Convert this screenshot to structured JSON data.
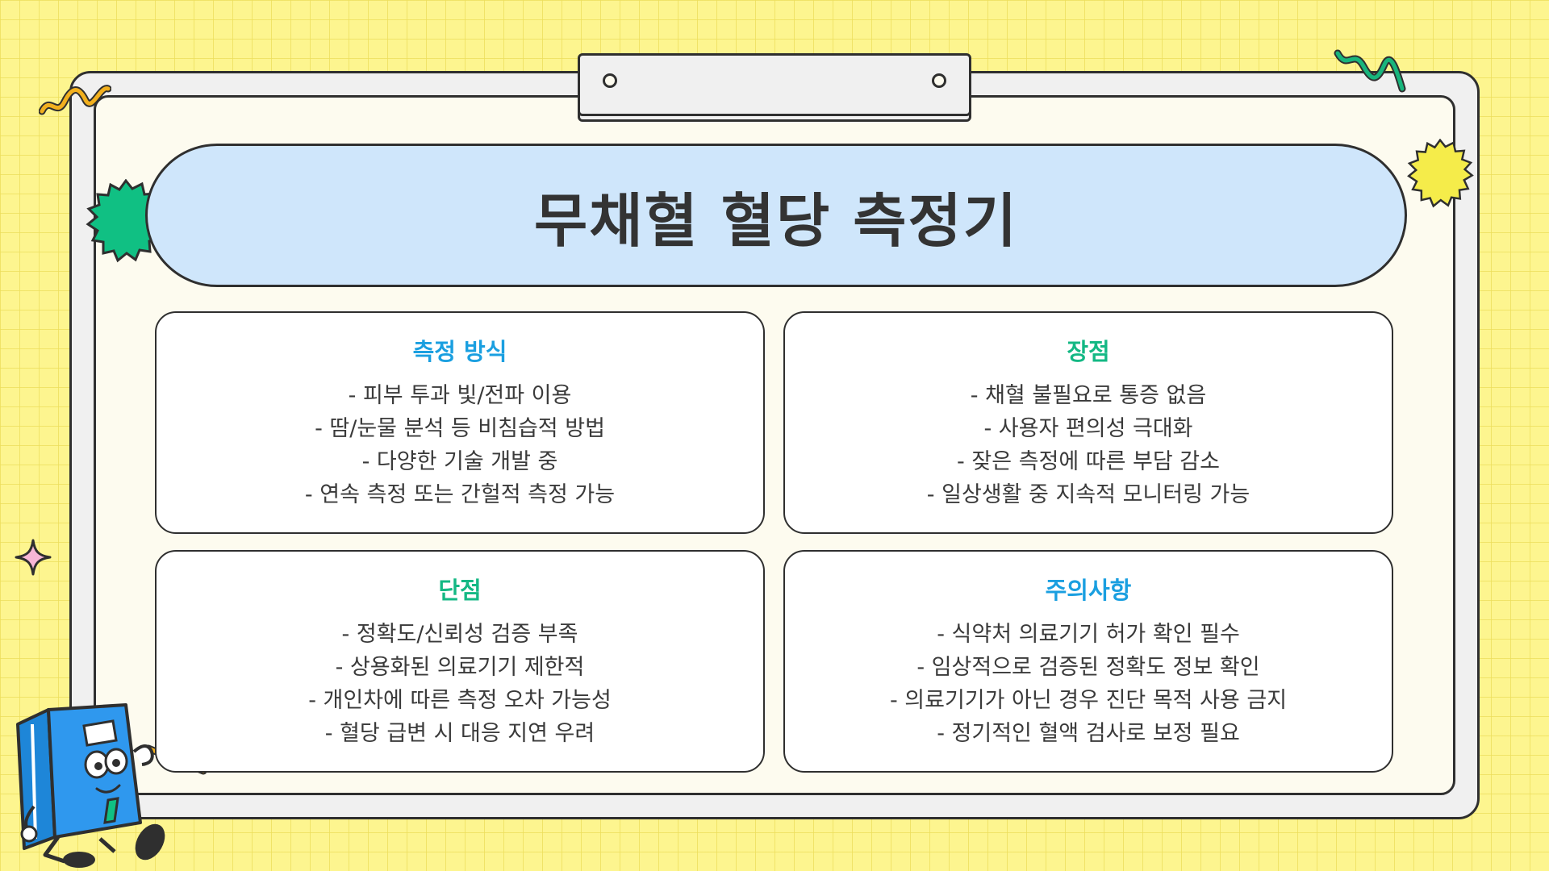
{
  "title": "무채혈 혈당 측정기",
  "colors": {
    "background": "#fdf58f",
    "title_pill": "#cfe6fb",
    "heading_blue": "#1a9fe0",
    "heading_green": "#14b884",
    "badge_green": "#10c083",
    "badge_yellow": "#f5ec4a"
  },
  "icons": [
    "squiggle-orange-icon",
    "squiggle-green-icon",
    "green-badge-icon",
    "yellow-badge-icon",
    "pink-sparkle-icon",
    "book-mascot-icon"
  ],
  "cards": [
    {
      "heading": "측정 방식",
      "heading_color": "#1a9fe0",
      "lines": [
        "- 피부 투과 빛/전파 이용",
        "- 땀/눈물 분석 등 비침습적 방법",
        "- 다양한 기술 개발 중",
        "- 연속 측정 또는 간헐적 측정 가능"
      ]
    },
    {
      "heading": "장점",
      "heading_color": "#14b884",
      "lines": [
        "- 채혈 불필요로 통증 없음",
        "- 사용자 편의성 극대화",
        "- 잦은 측정에 따른 부담 감소",
        "- 일상생활 중 지속적 모니터링 가능"
      ]
    },
    {
      "heading": "단점",
      "heading_color": "#14b884",
      "lines": [
        "- 정확도/신뢰성 검증 부족",
        "- 상용화된 의료기기 제한적",
        "- 개인차에 따른 측정 오차 가능성",
        "- 혈당 급변 시 대응 지연 우려"
      ]
    },
    {
      "heading": "주의사항",
      "heading_color": "#1a9fe0",
      "lines": [
        "- 식약처 의료기기 허가 확인 필수",
        "- 임상적으로 검증된 정확도 정보 확인",
        "- 의료기기가 아닌 경우 진단 목적 사용 금지",
        "- 정기적인 혈액 검사로 보정 필요"
      ]
    }
  ]
}
